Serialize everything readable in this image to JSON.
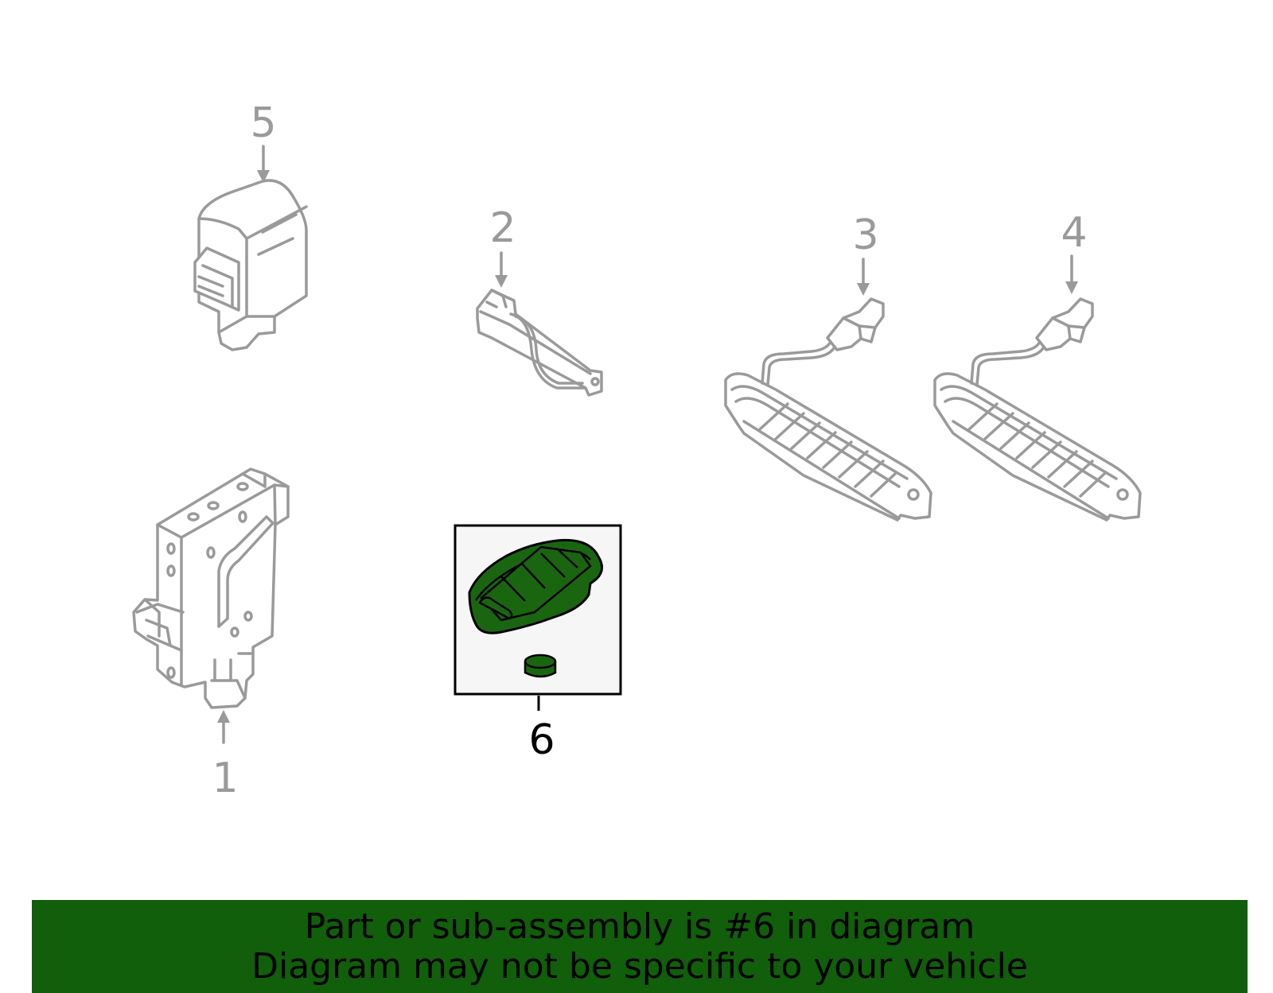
{
  "callouts": {
    "c1": "1",
    "c2": "2",
    "c3": "3",
    "c4": "4",
    "c5": "5",
    "c6": "6"
  },
  "parts": [
    {
      "callout": "1",
      "icon": "control-module-icon",
      "highlighted": false
    },
    {
      "callout": "2",
      "icon": "antenna-sensor-icon",
      "highlighted": false
    },
    {
      "callout": "3",
      "icon": "door-handle-antenna-icon",
      "highlighted": false
    },
    {
      "callout": "4",
      "icon": "door-handle-antenna-icon",
      "highlighted": false
    },
    {
      "callout": "5",
      "icon": "receiver-module-icon",
      "highlighted": false
    },
    {
      "callout": "6",
      "icon": "key-fob-icon",
      "highlighted": true
    }
  ],
  "colors": {
    "part_outline": "#9a9a9a",
    "highlight_fill": "#1a6610",
    "banner_bg": "#115e0b",
    "banner_text": "#000000",
    "highlight_box_bg": "#f6f6f6"
  },
  "banner": {
    "line1": "Part or sub-assembly is #6 in diagram",
    "line2": "Diagram may not be specific to your vehicle"
  }
}
